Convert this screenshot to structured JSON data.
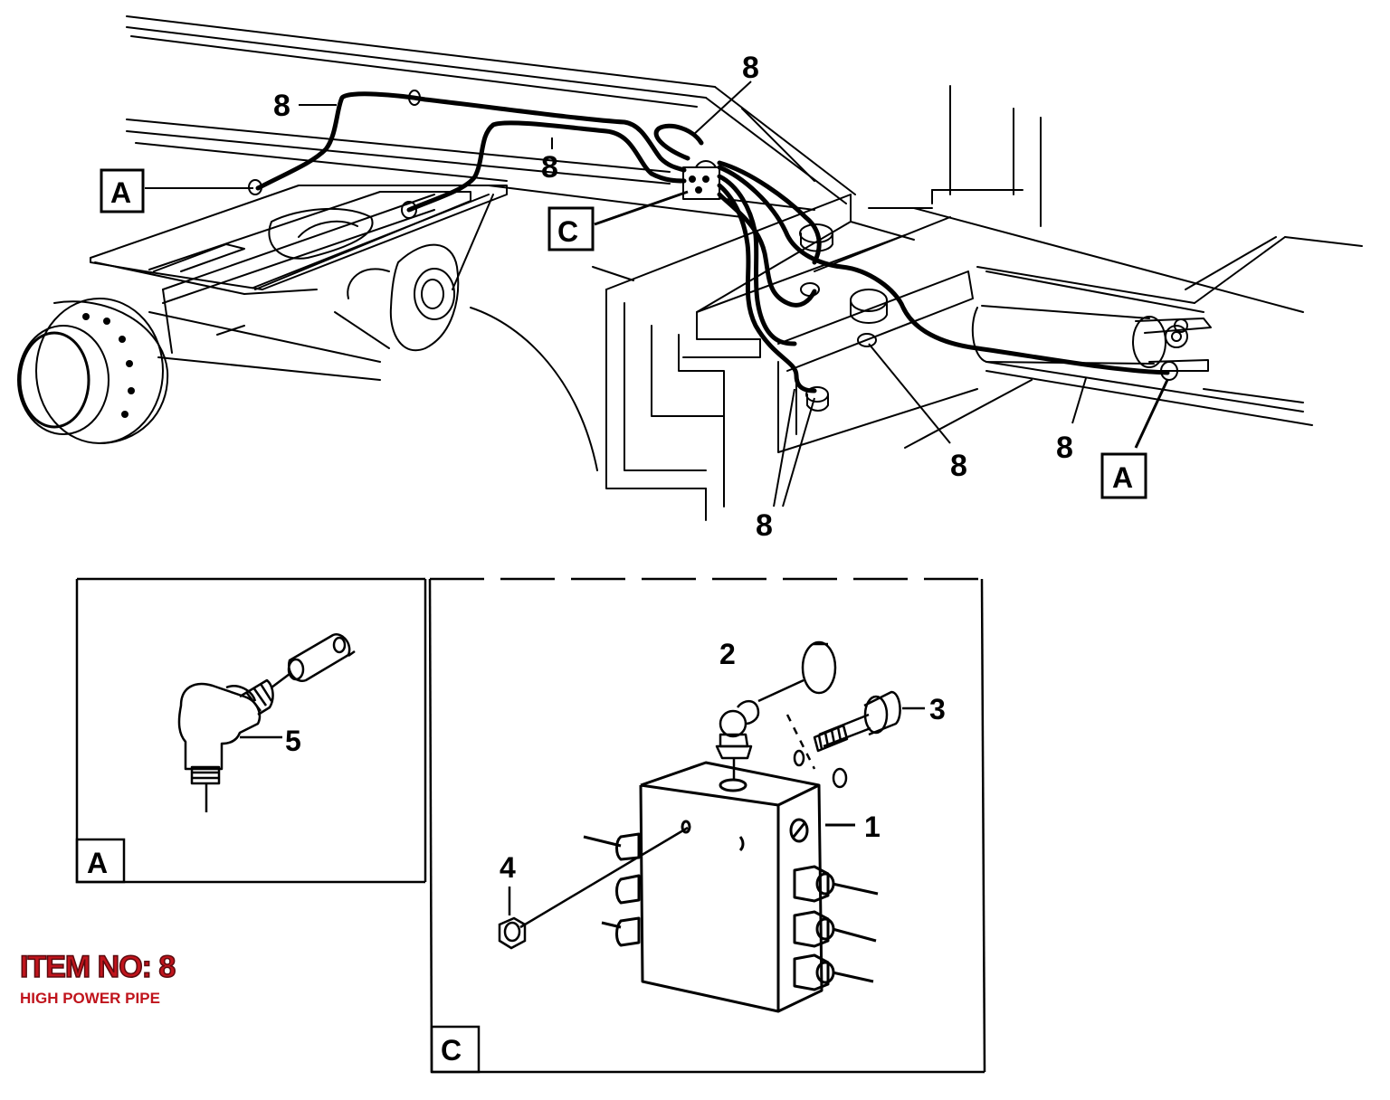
{
  "callouts": {
    "pipe": "8",
    "block": "1",
    "nipple": "2",
    "screw": "3",
    "plug": "4",
    "elbow": "5"
  },
  "detail_tags": {
    "a": "A",
    "c": "C"
  },
  "item": {
    "title": "ITEM NO: 8",
    "subtitle": "HIGH POWER PIPE"
  },
  "colors": {
    "ink": "#000000",
    "highlight": "#c0141c"
  }
}
